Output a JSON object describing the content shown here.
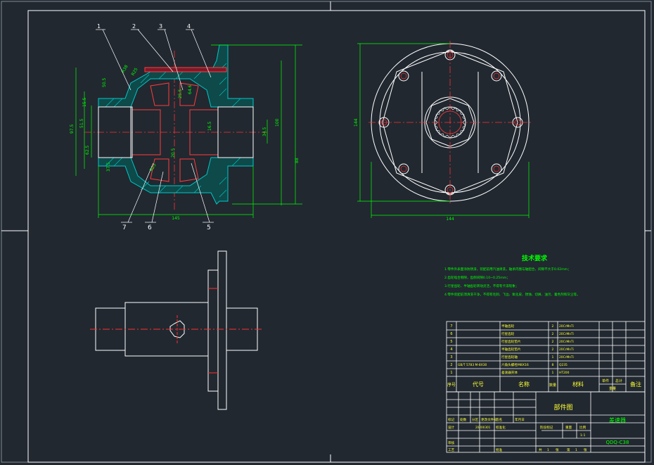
{
  "colors": {
    "background": "#212830",
    "outline": "#ffffff",
    "dimension": "#00ff00",
    "centerline": "#ff3030",
    "hatch": "#00c8c8",
    "gear": "#ff3c3c",
    "notes": "#00ff00",
    "table_text": "#ffff33"
  },
  "callouts": {
    "top": [
      "1",
      "2",
      "3",
      "4"
    ],
    "bottom": [
      "7",
      "6",
      "5"
    ]
  },
  "dimensions": {
    "front_width": "145",
    "side_height": "144",
    "side_width": "144",
    "d1": "88",
    "d2": "100",
    "d3": "97.5",
    "d4": "62.5",
    "d5": "51.5",
    "d6": "34.5",
    "d7": "50.5",
    "d8": "37.5",
    "d9": "15.5",
    "d10": "25.5",
    "d11": "20.5",
    "d12": "R38",
    "d13": "R25",
    "d14": "R23",
    "d15": "64.6",
    "d16": "16.5"
  },
  "tech_notes": {
    "title": "技术要求",
    "lines": [
      "1.零件外表面涂防锈漆，装配前用汽油清洗，轴承内圈与轴配合，间隙不大于0.02mm；",
      "2.齿轮啮合侧隙，齿侧间隙0.10~0.25mm；",
      "3.行星齿轮、半轴齿轮转动灵活，不得有卡滞现象；",
      "4.零件装配前须清洗干净，不得有毛刺、飞边、氧化皮、锈蚀、切屑、油污、着色剂和灰尘等。"
    ]
  },
  "bom": {
    "rows": [
      {
        "no": "7",
        "code": "",
        "name": "半轴齿轮",
        "qty": "2",
        "material": "20CrMnTi",
        "note": ""
      },
      {
        "no": "6",
        "code": "",
        "name": "行星齿轮",
        "qty": "2",
        "material": "20CrMnTi",
        "note": ""
      },
      {
        "no": "5",
        "code": "",
        "name": "行星齿轮垫片",
        "qty": "2",
        "material": "20CrMnTi",
        "note": ""
      },
      {
        "no": "4",
        "code": "",
        "name": "半轴齿轮垫片",
        "qty": "2",
        "material": "20CrMnTi",
        "note": ""
      },
      {
        "no": "3",
        "code": "",
        "name": "行星齿轮轴",
        "qty": "1",
        "material": "20CrMnTi",
        "note": ""
      },
      {
        "no": "2",
        "code": "GB/T 5783 M-8X30",
        "name": "六角头螺栓M8X16",
        "qty": "8",
        "material": "Q235",
        "note": ""
      },
      {
        "no": "1",
        "code": "",
        "name": "差速器壳体",
        "qty": "1",
        "material": "HT200",
        "note": ""
      }
    ],
    "headers": {
      "no": "序号",
      "code": "代号",
      "name": "名称",
      "qty": "数量",
      "material": "材料",
      "unit_weight": "单件",
      "total_weight": "总计",
      "weight": "重量",
      "note": "备注"
    }
  },
  "title_block": {
    "drawing_name": "差速器",
    "drawing_type": "部件图",
    "drawing_code": "QDQ-C38",
    "scale": "1:1",
    "labels": {
      "mark": "标记",
      "count": "处数",
      "zone": "分区",
      "change_doc": "更改文件号",
      "signature": "签名",
      "date": "年月日",
      "designer": "设计",
      "standardize": "标准化",
      "stage_mark": "阶段标记",
      "weight": "重量",
      "scale": "比例",
      "review": "审核",
      "process": "工艺",
      "approve": "批准",
      "sheets_total": "共",
      "sheets_unit": "张",
      "sheet_no": "第",
      "sheet_unit": "张"
    },
    "values": {
      "sheets_total": "1",
      "sheet_no": "1",
      "designer_date": "20200301"
    }
  }
}
